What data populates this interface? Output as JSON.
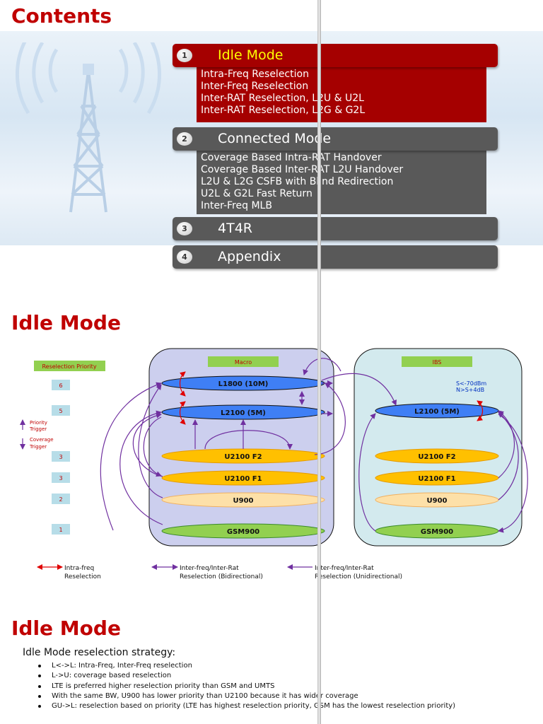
{
  "contents": {
    "title": "Contents",
    "items": [
      {
        "num": "1",
        "label": "Idle Mode",
        "active": true,
        "subitems": [
          "Intra-Freq Reselection",
          "Inter-Freq Reselection",
          "Inter-RAT Reselection, L2U & U2L",
          "Inter-RAT Reselection, L2G & G2L"
        ]
      },
      {
        "num": "2",
        "label": "Connected Mode",
        "active": false,
        "subitems": [
          "Coverage Based Intra-RAT Handover",
          "Coverage Based Inter-RAT L2U Handover",
          "L2U & L2G CSFB with Blind Redirection",
          "U2L & G2L Fast Return",
          "Inter-Freq MLB"
        ]
      },
      {
        "num": "3",
        "label": "4T4R",
        "active": false,
        "subitems": []
      },
      {
        "num": "4",
        "label": "Appendix",
        "active": false,
        "subitems": []
      }
    ]
  },
  "diagram": {
    "title": "Idle Mode",
    "priority_header": "Reselection Priority",
    "priorities": [
      "6",
      "5",
      "3",
      "3",
      "2",
      "1"
    ],
    "priority_trigger": [
      "Priority",
      "Trigger"
    ],
    "coverage_trigger": [
      "Coverage",
      "Trigger"
    ],
    "macro_label": "Macro",
    "ibs_label": "IBS",
    "ibs_condition": [
      "S<-70dBm",
      "N>S+4dB"
    ],
    "layers": [
      "L1800 (10M)",
      "L2100 (5M)",
      "U2100 F2",
      "U2100 F1",
      "U900",
      "GSM900"
    ],
    "ibs_layers": [
      "L2100 (5M)",
      "U2100 F2",
      "U2100 F1",
      "U900",
      "GSM900"
    ],
    "legend": [
      [
        "Intra-freq",
        "Reselection"
      ],
      [
        "Inter-freq/Inter-Rat",
        "Reselection (Bidirectional)"
      ],
      [
        "Inter-freq/Inter-Rat",
        "Reselection (Unidirectional)"
      ]
    ],
    "colors": {
      "lte": "#3f7ff5",
      "u2100": "#ffc000",
      "u900": "#fde0a8",
      "gsm": "#92d050",
      "macro_box": "#cccfee",
      "ibs_box": "#d3eaee",
      "arrow": "#7030a0",
      "intra": "#e00000"
    }
  },
  "strategy": {
    "title": "Idle Mode",
    "heading": "Idle Mode reselection strategy:",
    "bullets": [
      "L<->L: Intra-Freq, Inter-Freq reselection",
      "L->U: coverage based reselection",
      "LTE is preferred higher reselection priority than GSM and UMTS",
      "With the same BW, U900 has lower  priority than U2100 because it has wider coverage",
      "GU->L: reselection based on priority (LTE has highest reselection priority, GSM has the lowest reselection priority)"
    ]
  }
}
